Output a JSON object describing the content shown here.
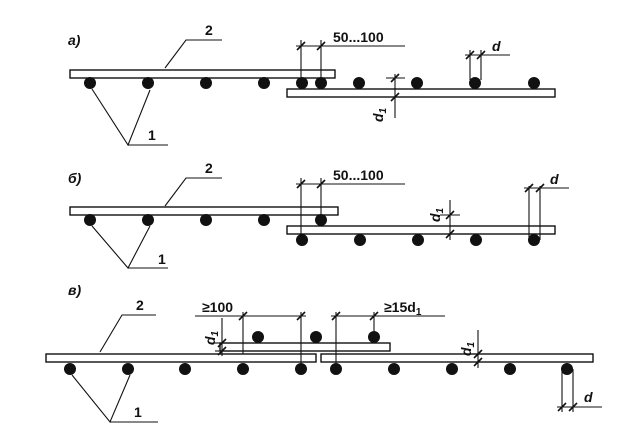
{
  "panels": [
    {
      "letter": "а)",
      "callout_bars": "2",
      "callout_rods": "1",
      "lap_dim": "50...100",
      "rod_dim": "d",
      "gap_dim": "d",
      "gap_sub": "1"
    },
    {
      "letter": "б)",
      "callout_bars": "2",
      "callout_rods": "1",
      "lap_dim": "50...100",
      "rod_dim": "d",
      "gap_dim": "d",
      "gap_sub": "1"
    },
    {
      "letter": "в)",
      "callout_bars": "2",
      "callout_rods": "1",
      "lap_dim_left": "≥100",
      "lap_dim_right": "≥15d",
      "lap_dim_right_sub": "1",
      "rod_dim": "d",
      "gap_dim_left": "d",
      "gap_dim_left_sub": "1",
      "gap_dim_right": "d",
      "gap_dim_right_sub": "1"
    }
  ]
}
